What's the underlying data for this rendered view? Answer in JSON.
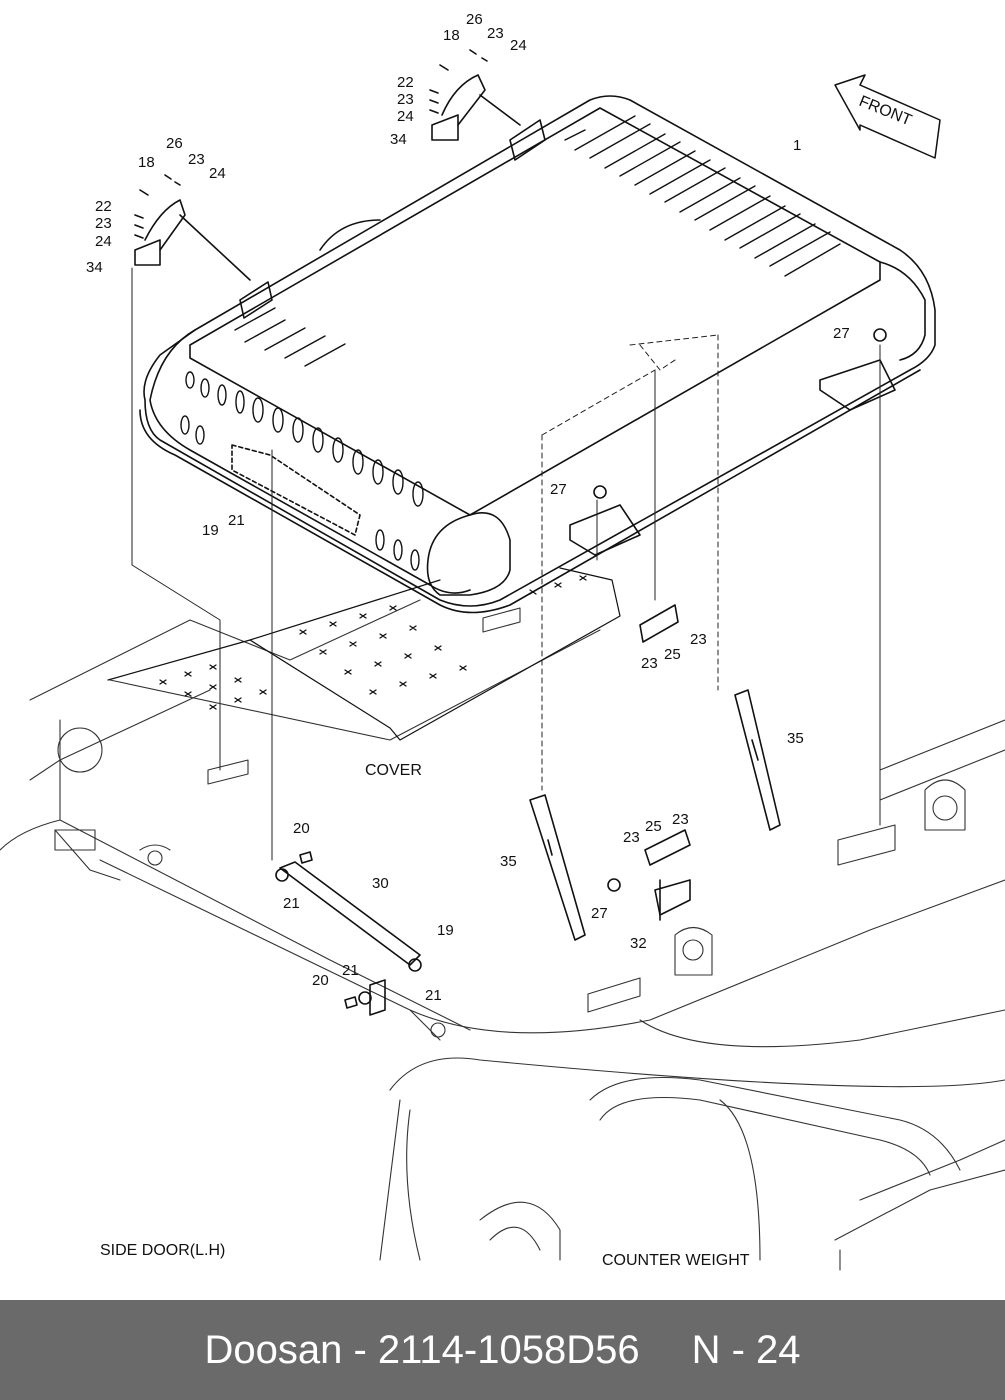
{
  "footer": {
    "brand": "Doosan",
    "sep1": " - ",
    "part_number": "2114-1058D56",
    "page": "N - 24"
  },
  "captions": {
    "front": "FRONT",
    "cover": "COVER",
    "side_door": "SIDE DOOR(L.H)",
    "counter_weight": "COUNTER WEIGHT"
  },
  "callouts": {
    "c1": "1",
    "c18a": "18",
    "c26a": "26",
    "c23a": "23",
    "c24a": "24",
    "c22a": "22",
    "c23b": "23",
    "c24b": "24",
    "c34a": "34",
    "c18b": "18",
    "c26b": "26",
    "c23c": "23",
    "c24c": "24",
    "c22b": "22",
    "c23d": "23",
    "c24d": "24",
    "c34b": "34",
    "c27a": "27",
    "c27b": "27",
    "c27c": "27",
    "c19a": "19",
    "c21a": "21",
    "c23e": "23",
    "c25a": "25",
    "c23f": "23",
    "c35a": "35",
    "c35b": "35",
    "c20a": "20",
    "c21b": "21",
    "c30": "30",
    "c19b": "19",
    "c20b": "20",
    "c21c": "21",
    "c21d": "21",
    "c23g": "23",
    "c25b": "25",
    "c23h": "23",
    "c32": "32"
  }
}
